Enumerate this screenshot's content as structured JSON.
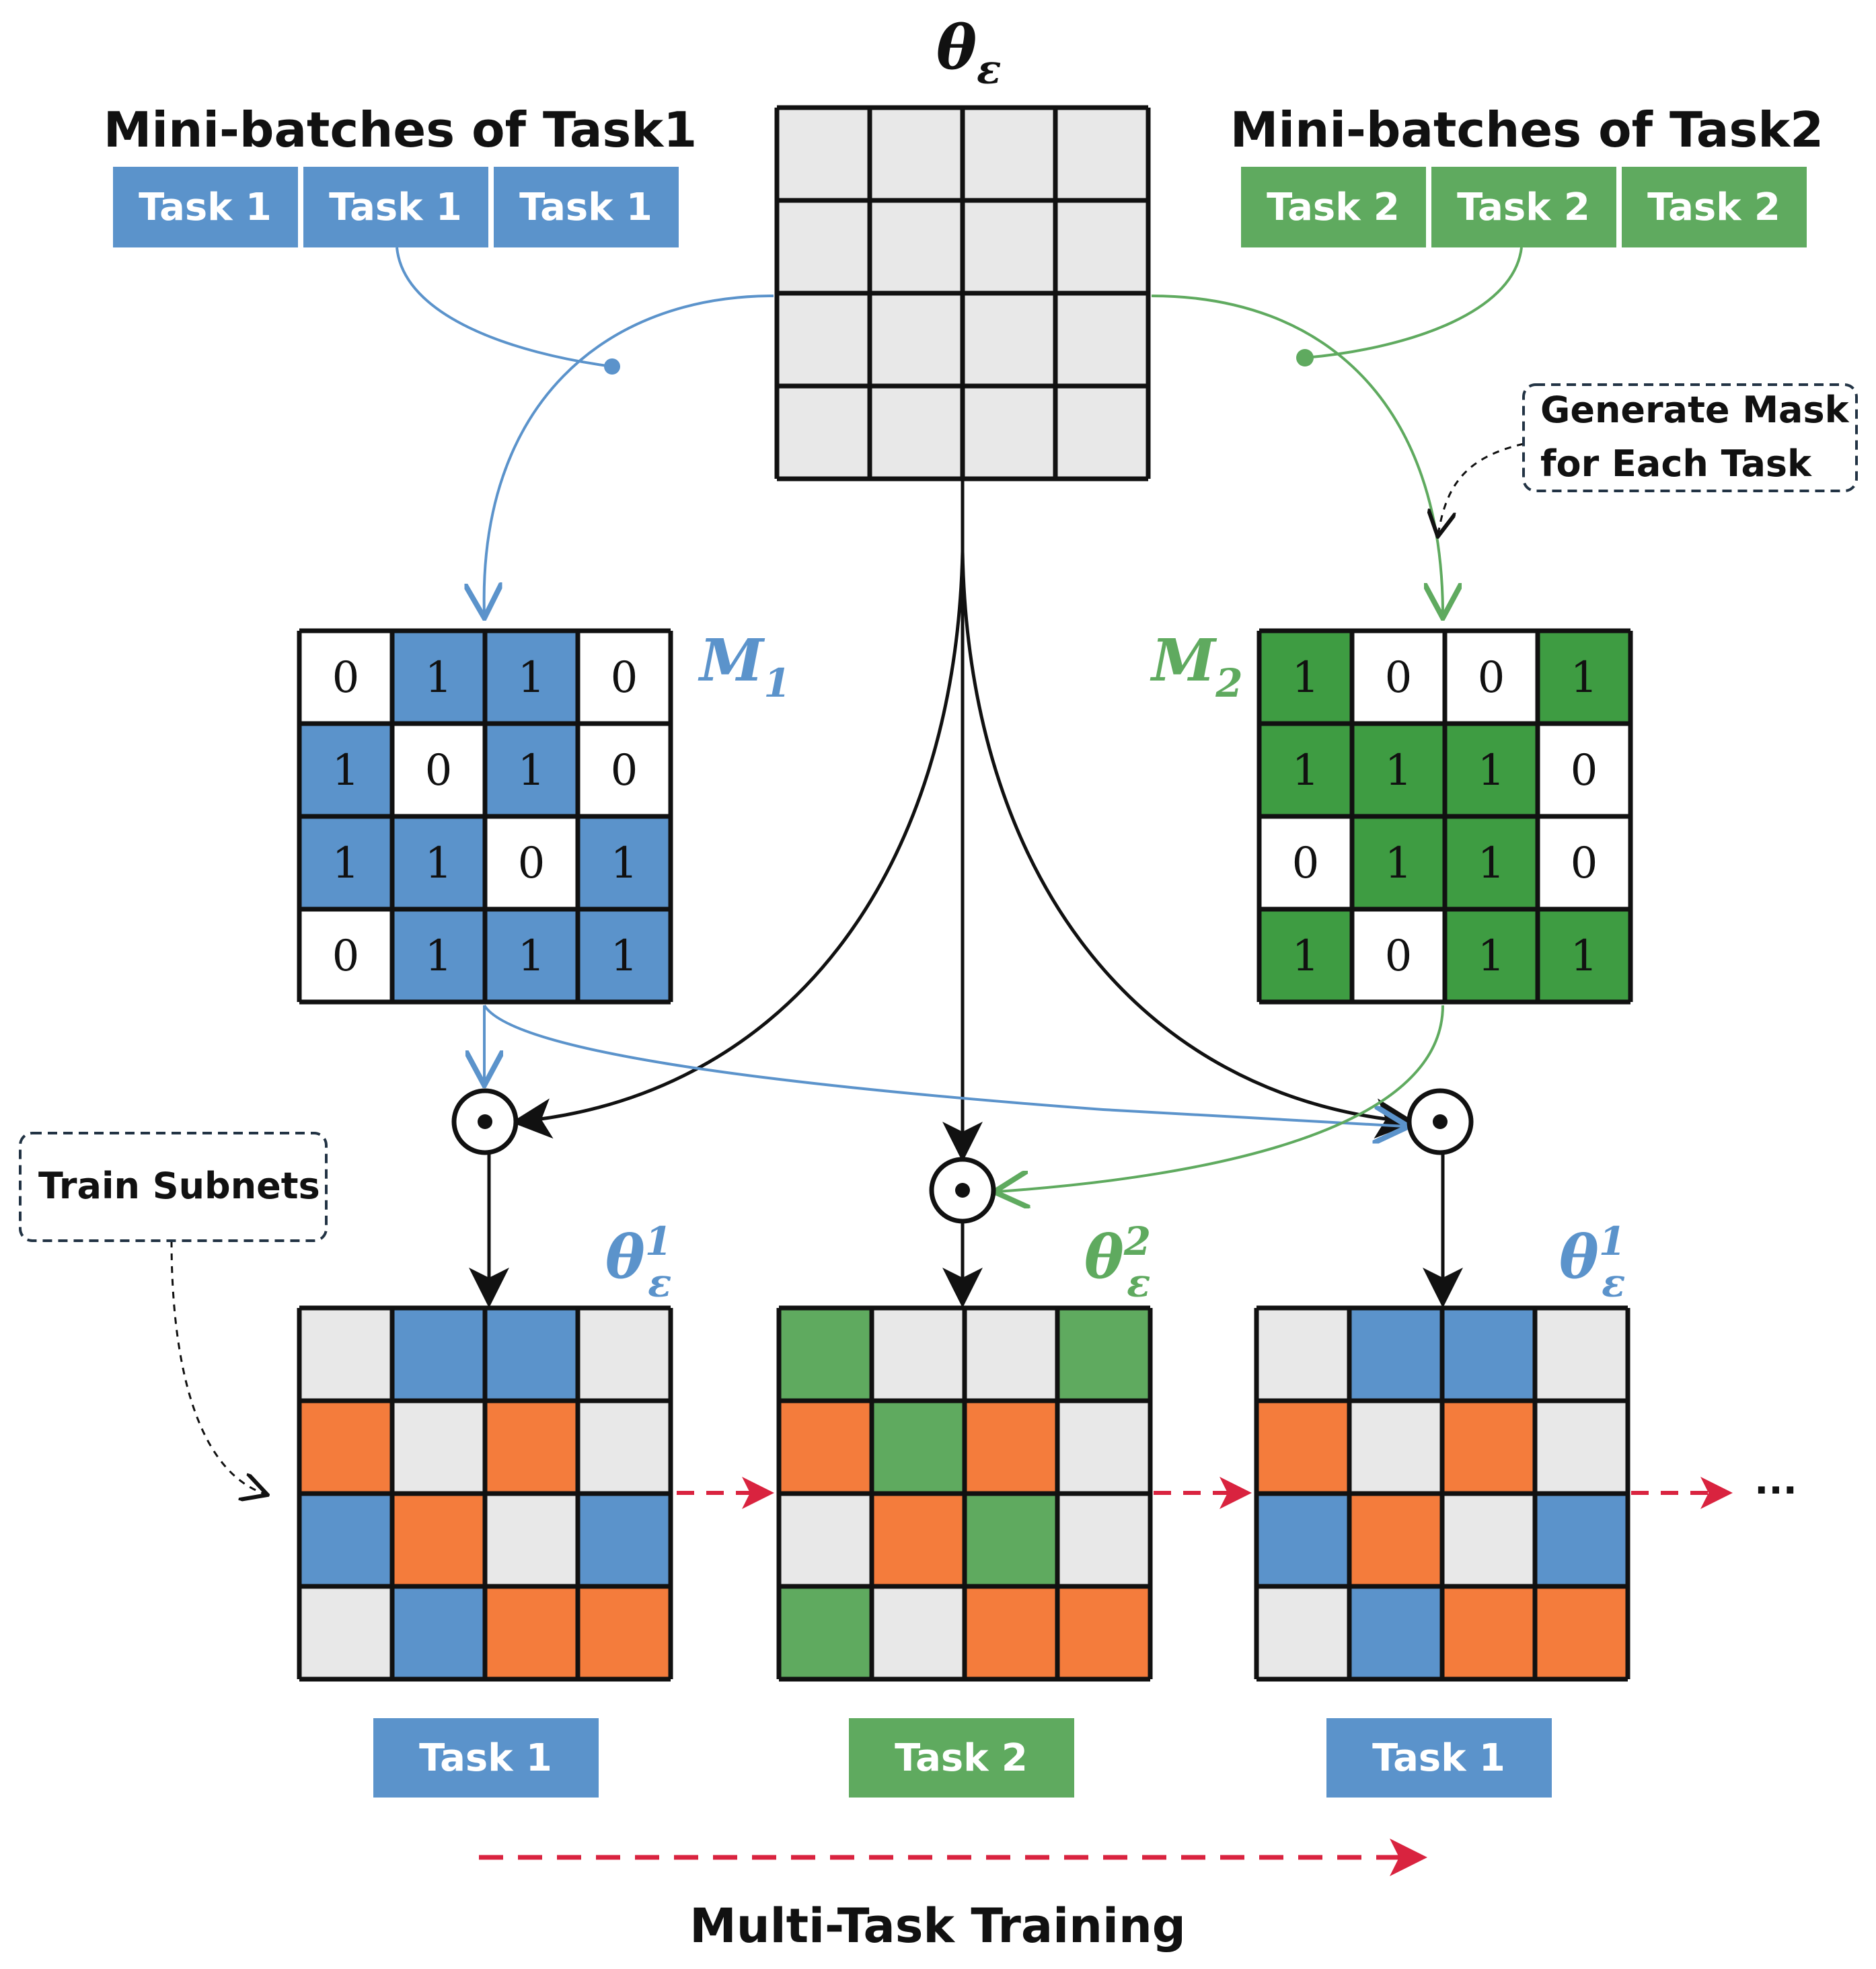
{
  "colors": {
    "blue": "#5b93cb",
    "green": "#5faa5f",
    "mask_green": "#3e9c42",
    "orange": "#f47c3c",
    "grey": "#e8e8e8",
    "red": "#d9233f",
    "black": "#111111"
  },
  "header": {
    "theta_symbol": "θ",
    "theta_sub": "ε",
    "left_title": "Mini-batches of Task1",
    "right_title": "Mini-batches of Task2"
  },
  "left_batches": [
    "Task 1",
    "Task 1",
    "Task 1"
  ],
  "right_batches": [
    "Task 2",
    "Task 2",
    "Task 2"
  ],
  "notes": {
    "generate_mask": [
      "Generate Mask",
      "for Each Task"
    ],
    "train_subnets": "Train Subnets"
  },
  "masks": {
    "m1": {
      "symbol": "M",
      "sub": "1",
      "grid": [
        [
          0,
          1,
          1,
          0
        ],
        [
          1,
          0,
          1,
          0
        ],
        [
          1,
          1,
          0,
          1
        ],
        [
          0,
          1,
          1,
          1
        ]
      ]
    },
    "m2": {
      "symbol": "M",
      "sub": "2",
      "grid": [
        [
          1,
          0,
          0,
          1
        ],
        [
          1,
          1,
          1,
          0
        ],
        [
          0,
          1,
          1,
          0
        ],
        [
          1,
          0,
          1,
          1
        ]
      ]
    }
  },
  "operator_symbol": "⊙",
  "subnets": [
    {
      "symbol": "θ",
      "sub": "ε",
      "sup": "1",
      "tone": "blue",
      "task_label": "Task 1",
      "grid": [
        [
          "g",
          "b",
          "b",
          "g"
        ],
        [
          "o",
          "g",
          "o",
          "g"
        ],
        [
          "b",
          "o",
          "g",
          "b"
        ],
        [
          "g",
          "b",
          "o",
          "o"
        ]
      ]
    },
    {
      "symbol": "θ",
      "sub": "ε",
      "sup": "2",
      "tone": "green",
      "task_label": "Task 2",
      "grid": [
        [
          "G",
          "g",
          "g",
          "G"
        ],
        [
          "o",
          "G",
          "o",
          "g"
        ],
        [
          "g",
          "o",
          "G",
          "g"
        ],
        [
          "G",
          "g",
          "o",
          "o"
        ]
      ]
    },
    {
      "symbol": "θ",
      "sub": "ε",
      "sup": "1",
      "tone": "blue",
      "task_label": "Task 1",
      "grid": [
        [
          "g",
          "b",
          "b",
          "g"
        ],
        [
          "o",
          "g",
          "o",
          "g"
        ],
        [
          "b",
          "o",
          "g",
          "b"
        ],
        [
          "g",
          "b",
          "o",
          "o"
        ]
      ]
    }
  ],
  "ellipsis": "···",
  "footer": "Multi-Task Training"
}
